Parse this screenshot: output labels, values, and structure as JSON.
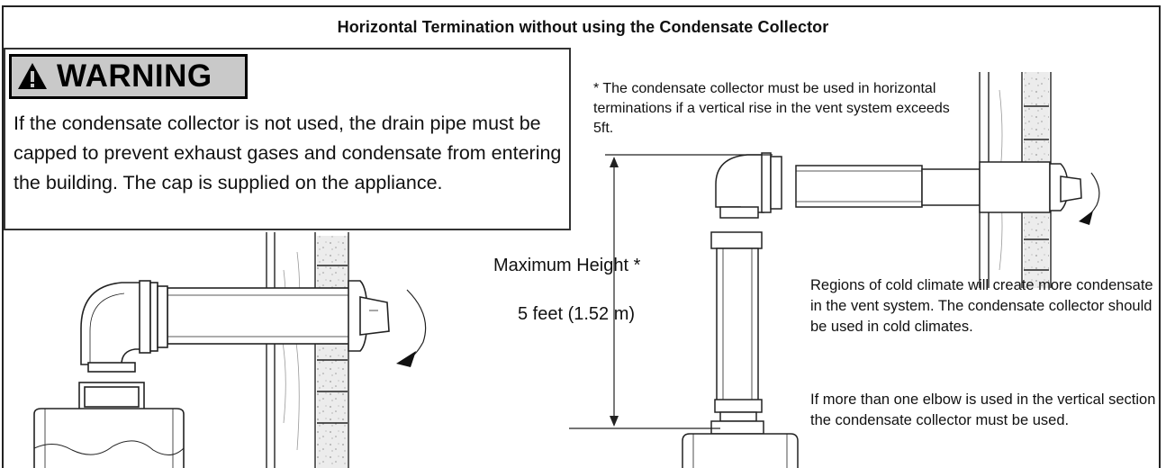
{
  "title": "Horizontal Termination without using the Condensate Collector",
  "warning": {
    "label": "WARNING",
    "text": "If the condensate collector is not used, the drain pipe must be capped to prevent exhaust gases and condensate from entering the building.  The cap is supplied on the appliance."
  },
  "notes": {
    "vertical_rise": "* The condensate collector must be used in horizontal terminations if a vertical rise in the vent system exceeds 5ft.",
    "cold_climate": "Regions of cold climate will create more condensate in the vent system.  The condensate collector should be used in cold climates.",
    "elbow": "If more than one elbow is used in the vertical section the condensate collector must be used."
  },
  "dimension": {
    "line1": "Maximum Height *",
    "line2": "5 feet (1.52 m)"
  },
  "icons": {
    "warning": "warning-triangle-icon"
  },
  "colors": {
    "line": "#222222",
    "wall_fill": "#e8e8e8",
    "badge_bg": "#c9c9c9",
    "badge_border": "#000000"
  }
}
